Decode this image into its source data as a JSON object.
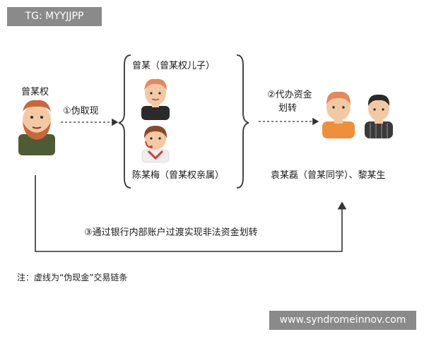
{
  "watermark_top": "TG: MYYJJPP",
  "watermark_bottom": "www.syndromeinnov.com",
  "nodes": {
    "source": "曾某权",
    "group_title": "曾某（曾某权儿子）",
    "relative": "陈某梅（曾某权亲属）",
    "targets": "袁某磊（曾某同学）、黎某生"
  },
  "edges": {
    "step1": "①伪取现",
    "step2_line1": "②代办资金",
    "step2_line2": "划转",
    "step3": "③通过银行内部账户过渡实现非法资金划转"
  },
  "note": "注：虚线为“伪现金”交易链条",
  "colors": {
    "line": "#333333",
    "skin": "#f3c9a3",
    "beard": "#c9663a",
    "hair_orange": "#e5885a",
    "shirt_green": "#4e5b35",
    "shirt_dark": "#2b2b2b",
    "shirt_orange": "#ef8f3b",
    "headset_red": "#d63a3a",
    "hair_dark": "#2a2a2a"
  }
}
